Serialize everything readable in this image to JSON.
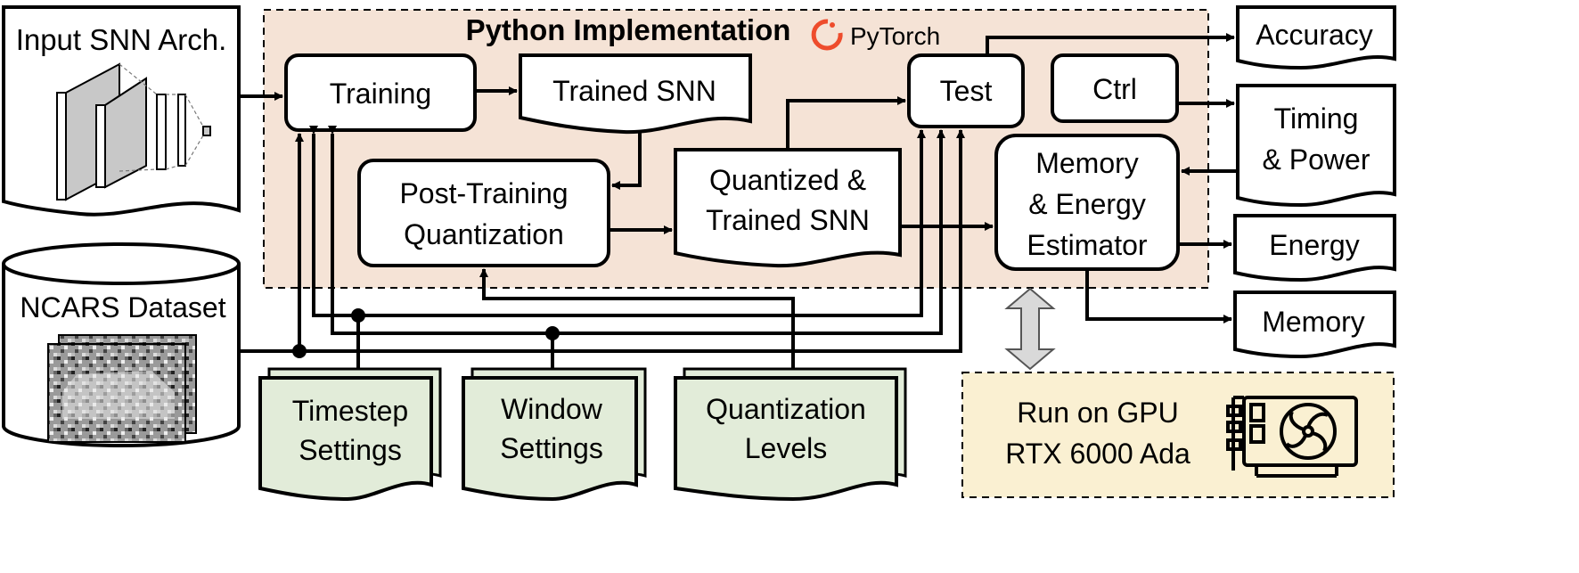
{
  "python": {
    "title": "Python Implementation",
    "logo_text": "PyTorch",
    "bg_color": "#f5e3d6",
    "logo_color": "#ee4c2c"
  },
  "input_arch": {
    "label": "Input SNN Arch."
  },
  "dataset": {
    "label": "NCARS Dataset"
  },
  "blocks": {
    "training": "Training",
    "trained_snn": "Trained SNN",
    "ptq": [
      "Post-Training",
      "Quantization"
    ],
    "quantized": [
      "Quantized &",
      "Trained SNN"
    ],
    "test": "Test",
    "ctrl": "Ctrl",
    "estimator": [
      "Memory",
      "& Energy",
      "Estimator"
    ]
  },
  "outputs": {
    "accuracy": "Accuracy",
    "timing_power": [
      "Timing",
      "& Power"
    ],
    "energy": "Energy",
    "memory": "Memory"
  },
  "settings": {
    "timestep": [
      "Timestep",
      "Settings"
    ],
    "window": [
      "Window",
      "Settings"
    ],
    "quantization": [
      "Quantization",
      "Levels"
    ],
    "fill_color": "#e2ecd9"
  },
  "gpu": {
    "lines": [
      "Run on GPU",
      "RTX 6000 Ada"
    ],
    "fill_color": "#faf0d2",
    "icon": "gpu-card-icon"
  }
}
